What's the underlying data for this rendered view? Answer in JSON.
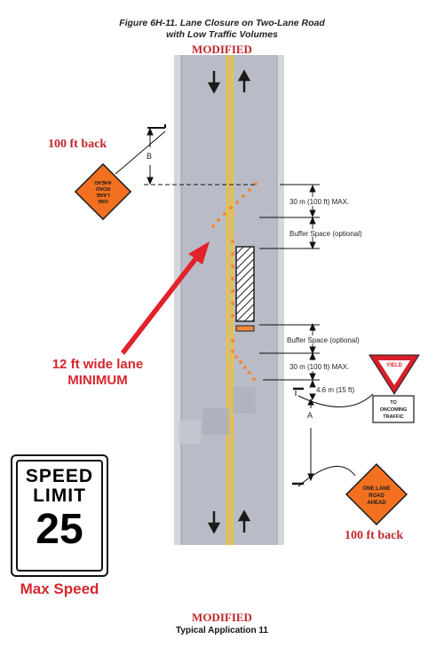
{
  "figure": {
    "title_line1": "Figure 6H-11.  Lane Closure on Two-Lane Road",
    "title_line2": "with Low Traffic Volumes",
    "modified_top": "MODIFIED",
    "modified_bottom": "MODIFIED",
    "caption": "Typical Application 11"
  },
  "annotations": {
    "back_left": "100 ft back",
    "back_right": "100 ft back",
    "lane_line1": "12 ft wide lane",
    "lane_line2": "MINIMUM",
    "max_speed": "Max Speed"
  },
  "dimensions": {
    "top_taper": "30 m (100 ft) MAX.",
    "buffer_top": "Buffer Space (optional)",
    "buffer_bottom": "Buffer Space (optional)",
    "bottom_taper": "30 m (100 ft) MAX.",
    "yield_offset": "4.6 m (15 ft)",
    "label_a": "A",
    "label_b": "B"
  },
  "signs": {
    "one_lane_left": [
      "ONE",
      "LANE",
      "ROAD",
      "AHEAD"
    ],
    "one_lane_right": [
      "ONE LANE",
      "ROAD",
      "AHEAD"
    ],
    "yield": "YIELD",
    "yield_plaque": [
      "TO",
      "ONCOMING",
      "TRAFFIC"
    ],
    "speed_limit": {
      "line1": "SPEED",
      "line2": "LIMIT",
      "value": "25"
    }
  },
  "colors": {
    "road": "#b9bcc7",
    "shoulder": "#d3d6dd",
    "centerline": "#f2c12e",
    "cones": "#f08a3a",
    "warning_sign": "#f37021",
    "annotation_red": "#c0272d",
    "yield_red": "#d71f2a"
  }
}
